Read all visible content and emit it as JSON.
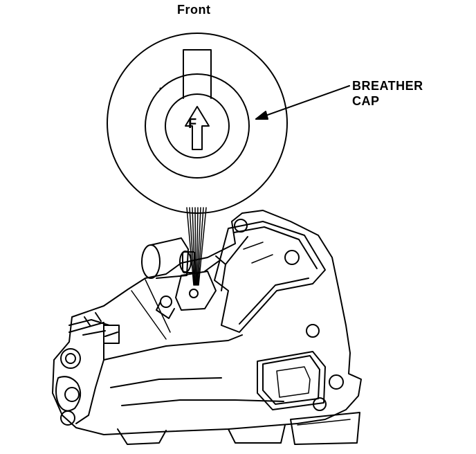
{
  "labels": {
    "front": "Front",
    "callout_line1": "BREATHER",
    "callout_line2": "CAP",
    "cap_marking": "F"
  },
  "colors": {
    "ink": "#000000",
    "paper": "#ffffff"
  }
}
